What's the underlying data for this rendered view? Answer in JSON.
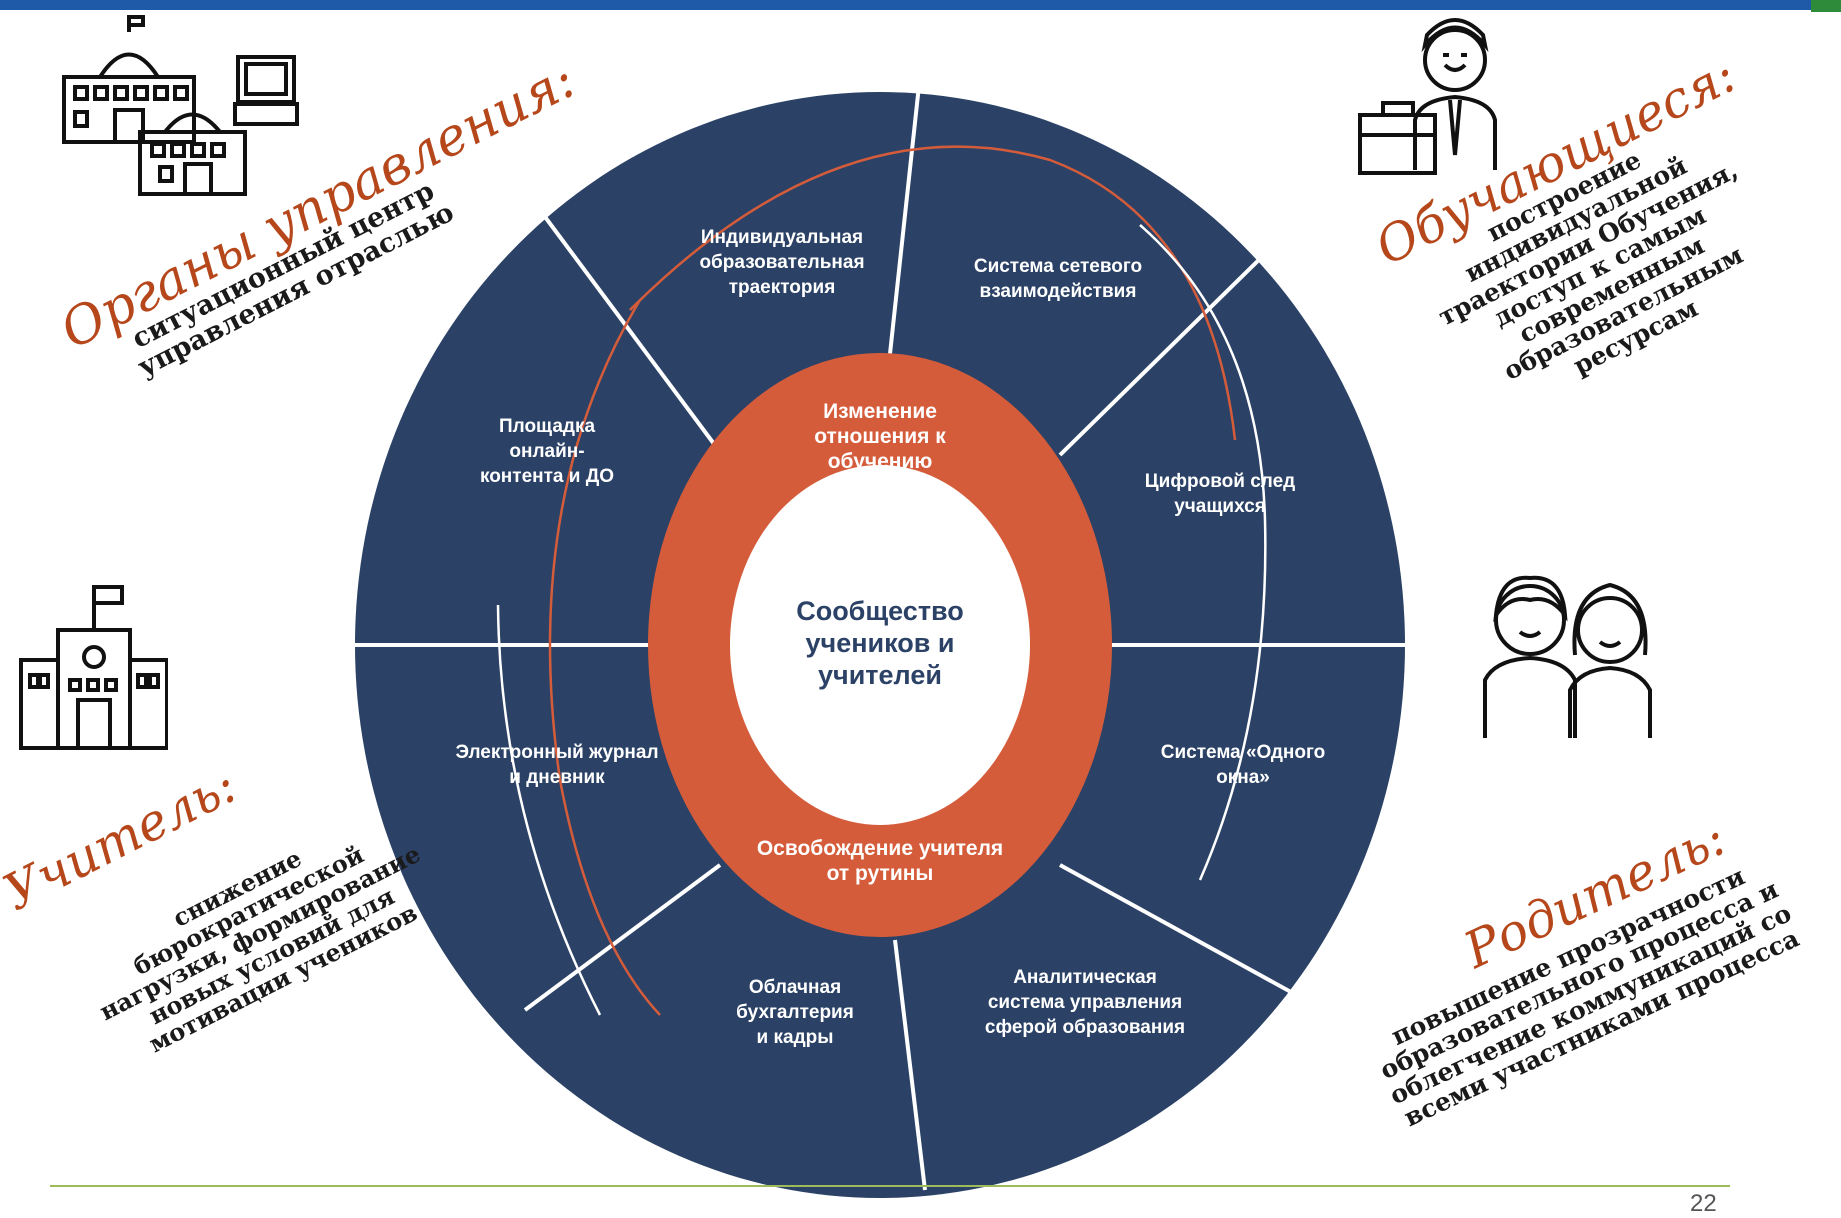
{
  "center": {
    "label": "Сообщество учеников и учителей"
  },
  "ring": {
    "top_label": "Изменение отношения к обучению",
    "bottom_label": "Освобождение учителя от рутины"
  },
  "segments": [
    {
      "id": "individual",
      "label": "Индивидуальная образовательная траектория"
    },
    {
      "id": "network",
      "label": "Система сетевого взаимодействия"
    },
    {
      "id": "digital-trace",
      "label": "Цифровой след учащихся"
    },
    {
      "id": "one-window",
      "label": "Система «Одного окна»"
    },
    {
      "id": "analytics",
      "label": "Аналитическая система управления сферой образования"
    },
    {
      "id": "cloud",
      "label": "Облачная бухгалтерия и кадры"
    },
    {
      "id": "ejournal",
      "label": "Электронный журнал и дневник"
    },
    {
      "id": "platform",
      "label": "Площадка онлайн- контента и ДО"
    }
  ],
  "corners": {
    "authorities": {
      "heading": "Органы управления:",
      "description": "ситуационный центр управления отраслью"
    },
    "students": {
      "heading": "Обучающиеся:",
      "description": "построение индивидуальной траектории Обучения, доступ к самым современным образовательным ресурсам"
    },
    "teacher": {
      "heading": "Учитель:",
      "description": "снижение бюрократической нагрузки, формирование новых условий для мотивации учеников"
    },
    "parent": {
      "heading": "Родитель:",
      "description": "повышение прозрачности образовательного процесса и облегчение коммуникаций со всеми участниками процесса"
    }
  },
  "icons": {
    "authorities": "government-buildings-icon",
    "students": "student-with-briefcase-icon",
    "teacher": "school-building-icon",
    "parent": "parents-icon"
  },
  "colors": {
    "navy": "#2b4266",
    "orange": "#d55c3a",
    "heading": "#b5471b",
    "topbar": "#1e5aa8",
    "footer_line": "#9dbb5a"
  },
  "page_number": "22"
}
